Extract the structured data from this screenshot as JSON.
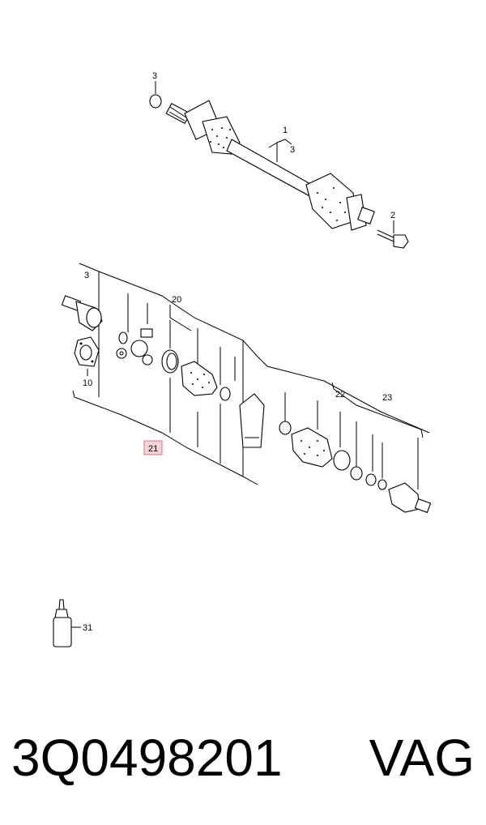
{
  "callouts": {
    "c1": "1",
    "c2": "2",
    "c3_top": "3",
    "c3_shaft": "3",
    "c3_lower": "3",
    "c10": "10",
    "c20": "20",
    "c21": "21",
    "c22": "22",
    "c23": "23",
    "c31": "31"
  },
  "footer": {
    "part_number": "3Q0498201",
    "brand": "VAG"
  },
  "colors": {
    "highlight_fill": "#f6d4d6",
    "highlight_stroke": "#d9747c"
  }
}
